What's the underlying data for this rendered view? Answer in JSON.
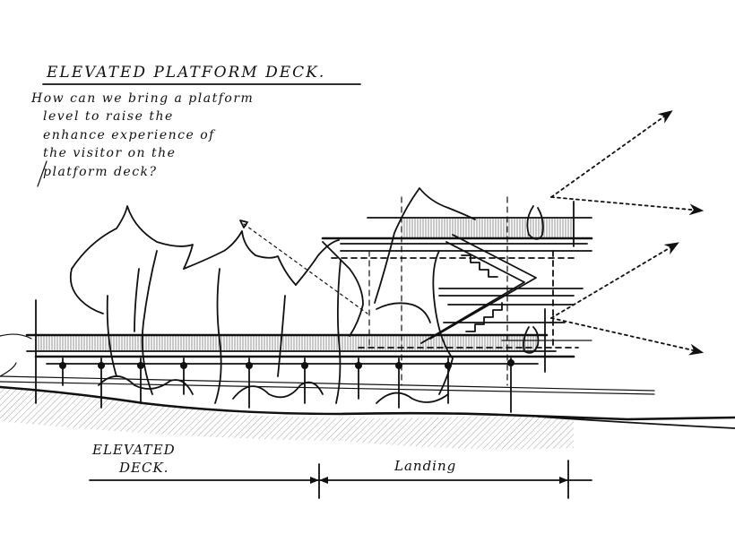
{
  "title": "ELEVATED PLATFORM DECK.",
  "note_lines": [
    "How can we bring a platform",
    "level to raise the",
    "enhance experience of",
    "the visitor on the",
    "platform deck?"
  ],
  "labels": {
    "deck_line1": "ELEVATED",
    "deck_line2": "DECK.",
    "landing": "Landing"
  },
  "colors": {
    "ink": "#111111",
    "hatch": "#888888",
    "paper": "#ffffff"
  }
}
